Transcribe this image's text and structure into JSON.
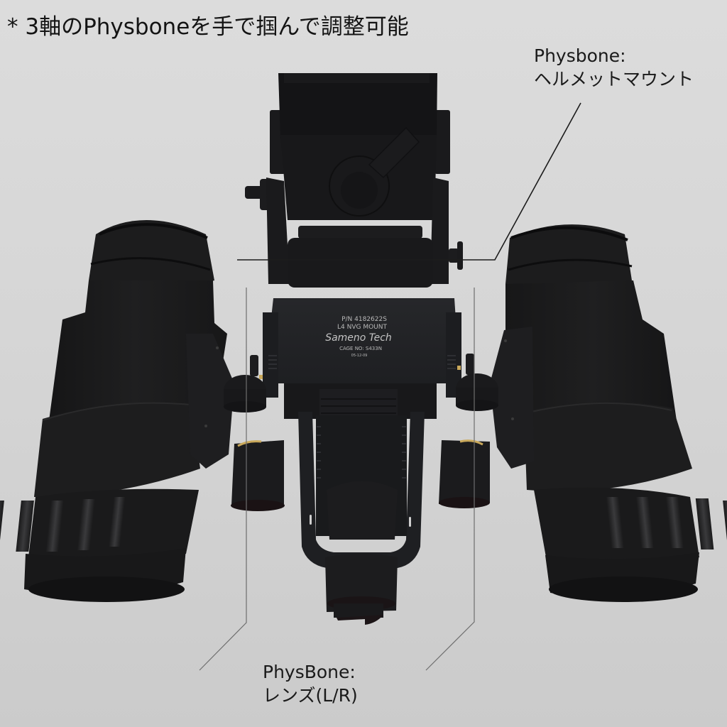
{
  "headline": {
    "text": "* 3軸のPhysboneを手で掴んで調整可能"
  },
  "annotations": {
    "helmet_mount": {
      "line1": "Physbone:",
      "line2": "ヘルメットマウント"
    },
    "lens": {
      "line1": "PhysBone:",
      "line2": "レンズ(L/R)"
    }
  },
  "device_plate": {
    "part_number": "P/N 4182622S",
    "model": "L4 NVG MOUNT",
    "brand": "Sameno Tech",
    "cage": "CAGE  NO:  S433N",
    "date": "05-12-09"
  },
  "colors": {
    "background_top": "#dcdcdc",
    "background_bottom": "#cbcbcb",
    "device_body": "#1b1b1d",
    "device_highlight": "#2a2a2c",
    "brass_accent": "#c9a85a",
    "leader_line_dark": "#1c1c1c",
    "leader_line_gray": "#6e6e6e"
  }
}
